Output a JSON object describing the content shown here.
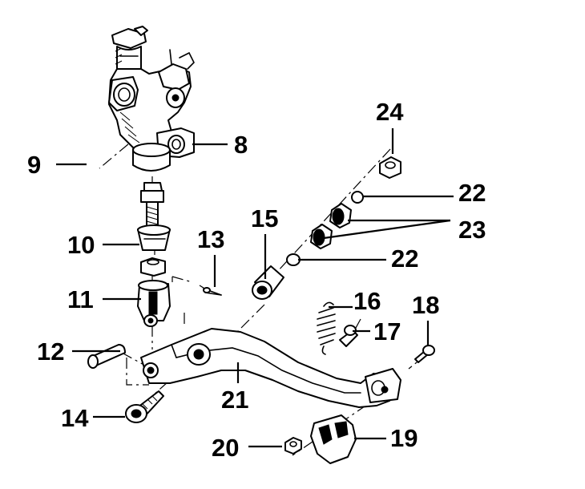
{
  "diagram": {
    "callouts": [
      {
        "id": "c8",
        "text": "8"
      },
      {
        "id": "c9",
        "text": "9"
      },
      {
        "id": "c10",
        "text": "10"
      },
      {
        "id": "c11",
        "text": "11"
      },
      {
        "id": "c12",
        "text": "12"
      },
      {
        "id": "c13",
        "text": "13"
      },
      {
        "id": "c14",
        "text": "14"
      },
      {
        "id": "c15",
        "text": "15"
      },
      {
        "id": "c16",
        "text": "16"
      },
      {
        "id": "c17",
        "text": "17"
      },
      {
        "id": "c18",
        "text": "18"
      },
      {
        "id": "c19",
        "text": "19"
      },
      {
        "id": "c20",
        "text": "20"
      },
      {
        "id": "c21",
        "text": "21"
      },
      {
        "id": "c22a",
        "text": "22"
      },
      {
        "id": "c22b",
        "text": "22"
      },
      {
        "id": "c23",
        "text": "23"
      },
      {
        "id": "c24",
        "text": "24"
      }
    ],
    "colors": {
      "line": "#000000",
      "background": "#ffffff"
    }
  }
}
